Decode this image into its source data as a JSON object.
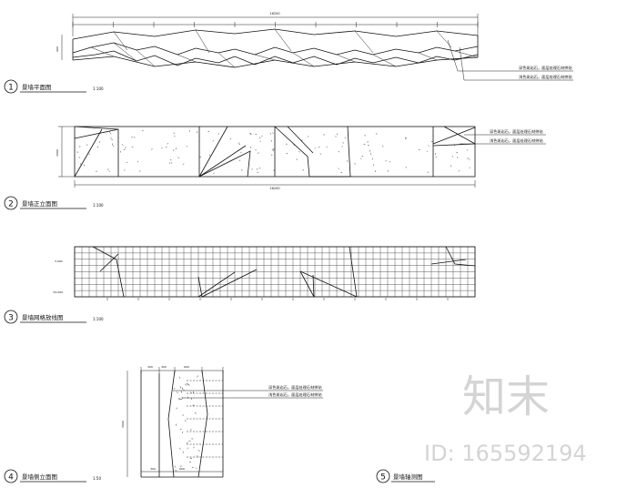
{
  "drawings": [
    {
      "number": "1",
      "title": "景墙平面图",
      "scale": "1:100"
    },
    {
      "number": "2",
      "title": "景墙正立面图",
      "scale": "1:100"
    },
    {
      "number": "3",
      "title": "景墙网格放线图",
      "scale": "1:100"
    },
    {
      "number": "4",
      "title": "景墙侧立面图",
      "scale": "1:50"
    },
    {
      "number": "5",
      "title": "景墙轴测图",
      "scale": ""
    }
  ],
  "notes": {
    "plan_note_1": "深色斑岩石，面层处理石材拼贴",
    "plan_note_2": "浅色斑岩石，面层处理石材拼贴",
    "elev_note_1": "深色斑岩石，面层处理石材拼贴",
    "elev_note_2": "浅色斑岩石，面层处理石材拼贴",
    "side_note_1": "深色斑岩石，面层处理石材拼贴",
    "side_note_2": "浅色斑岩石，面层处理石材拼贴"
  },
  "dimensions": {
    "plan_total": "16200",
    "plan_depth": "600",
    "elev_total": "16200",
    "elev_height": "3000",
    "grid_top": "3.000",
    "grid_bottom": "±0.000",
    "side_height": "3000",
    "side_top_segments": [
      "300",
      "300",
      "600"
    ],
    "side_bottom_segments": [
      "300",
      "600"
    ]
  },
  "watermark": {
    "brand": "知末",
    "id_text": "ID: 165592194"
  }
}
